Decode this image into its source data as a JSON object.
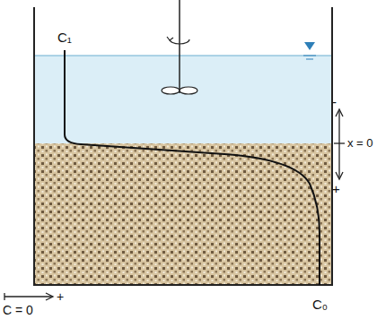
{
  "diagram": {
    "labels": [
      "C₁",
      "x = 0",
      "-",
      "+",
      "+",
      "C₀",
      "C = 0"
    ]
  }
}
